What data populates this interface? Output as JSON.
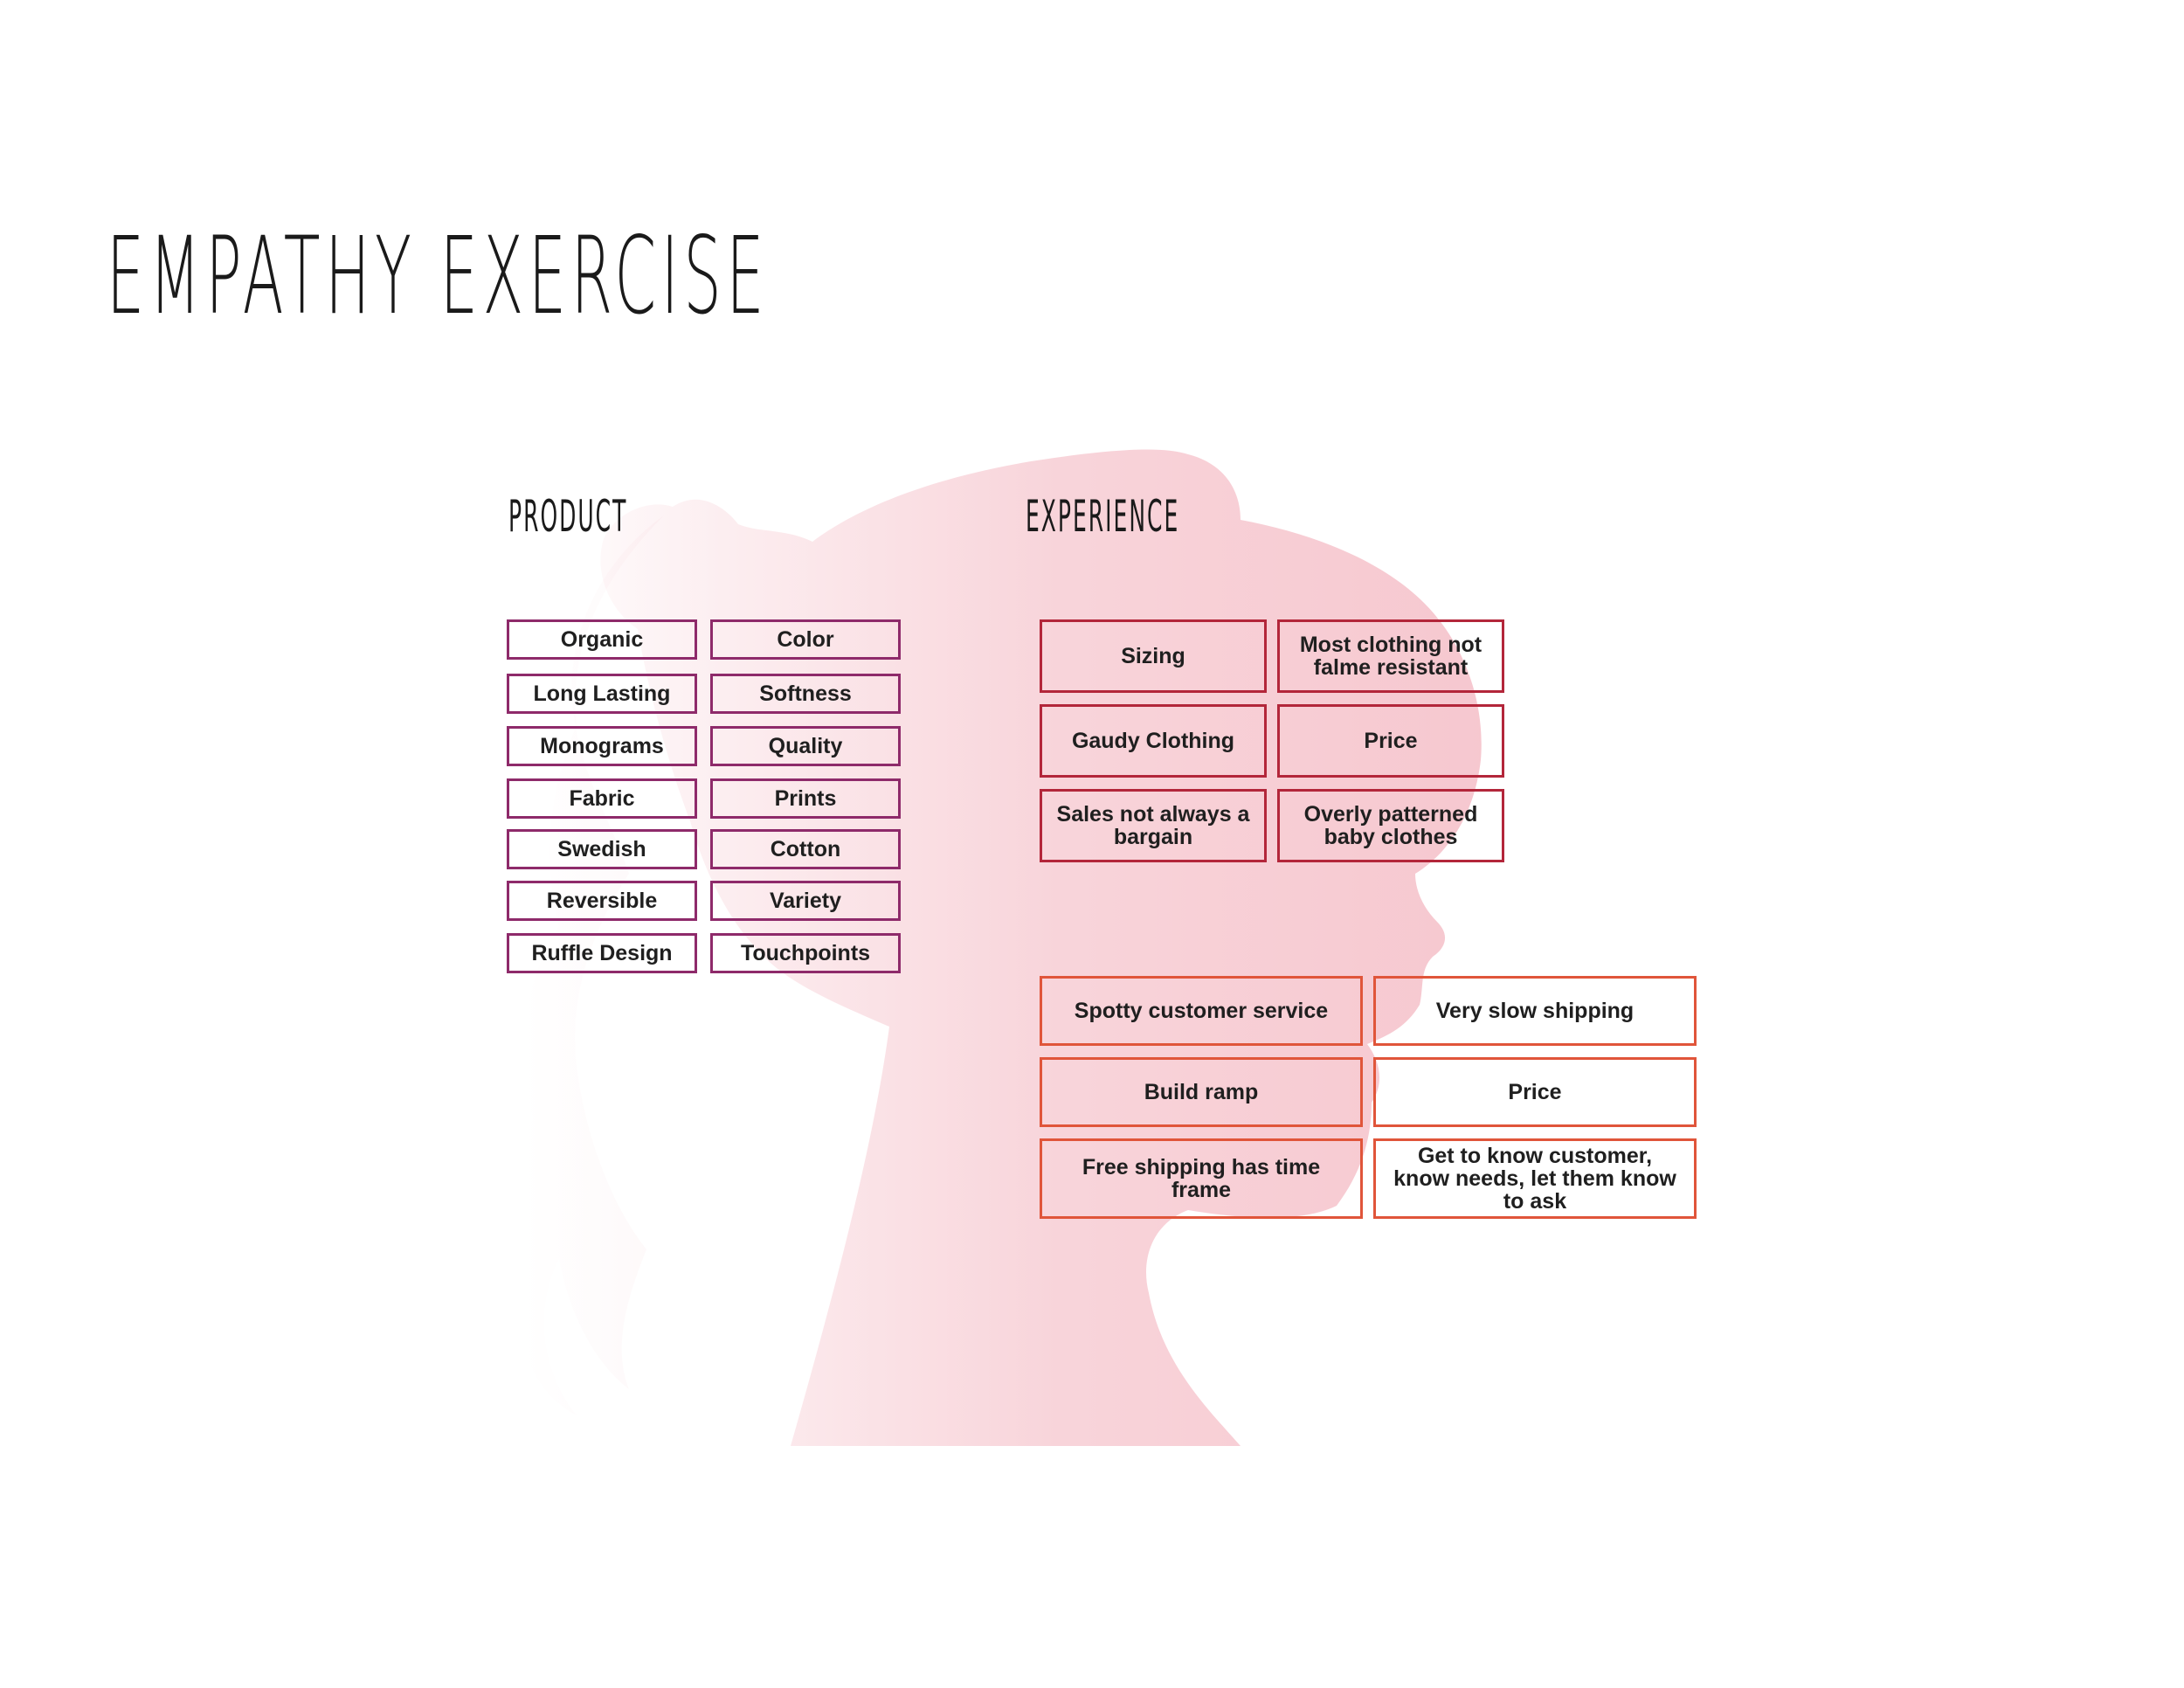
{
  "title": "EMPATHY EXERCISE",
  "headings": {
    "product": "PRODUCT",
    "experience": "EXPERIENCE"
  },
  "product_items": [
    "Organic",
    "Color",
    "Long Lasting",
    "Softness",
    "Monograms",
    "Quality",
    "Fabric",
    "Prints",
    "Swedish",
    "Cotton",
    "Reversible",
    "Variety",
    "Ruffle Design",
    "Touchpoints"
  ],
  "experience_negative": [
    "Sizing",
    "Most clothing not falme resistant",
    "Gaudy Clothing",
    "Price",
    "Sales not always a bargain",
    "Overly patterned baby clothes"
  ],
  "experience_positive": [
    "Spotty customer service",
    "Very slow shipping",
    "Build ramp",
    "Price",
    "Free shipping has time frame",
    "Get to know customer, know needs, let them know to ask"
  ],
  "colors": {
    "product_border": "#8e2a6a",
    "experience_negative_border": "#b3263a",
    "experience_positive_border": "#e0553a",
    "silhouette": "#ef9aa8"
  }
}
